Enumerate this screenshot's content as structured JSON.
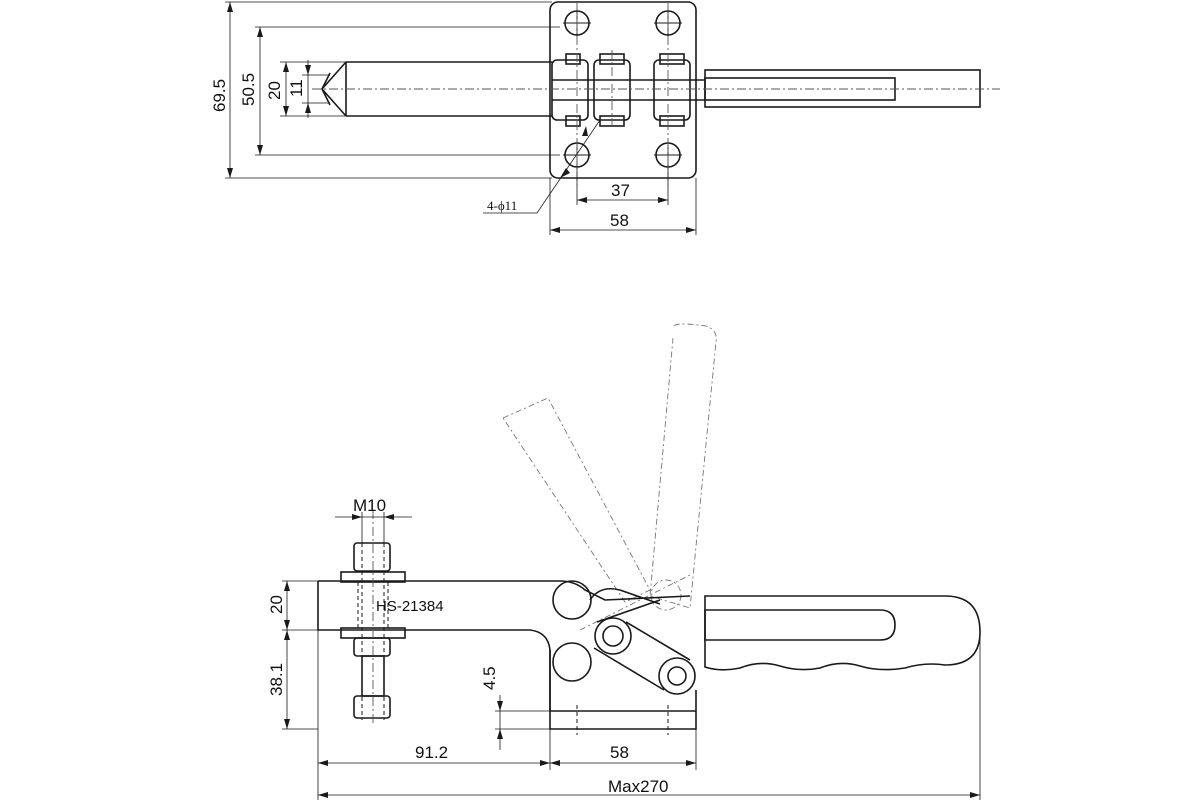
{
  "top_view": {
    "dims": {
      "d_69_5": "69.5",
      "d_50_5": "50.5",
      "d_20": "20",
      "d_11": "11",
      "d_37": "37",
      "d_58": "58"
    },
    "hole_note": "4-ϕ11"
  },
  "side_view": {
    "model_label": "HS-21384",
    "dims": {
      "thread": "M10",
      "d_20": "20",
      "d_38_1": "38.1",
      "d_4_5": "4.5",
      "d_91_2": "91.2",
      "d_58": "58",
      "max_len": "Max270"
    }
  }
}
